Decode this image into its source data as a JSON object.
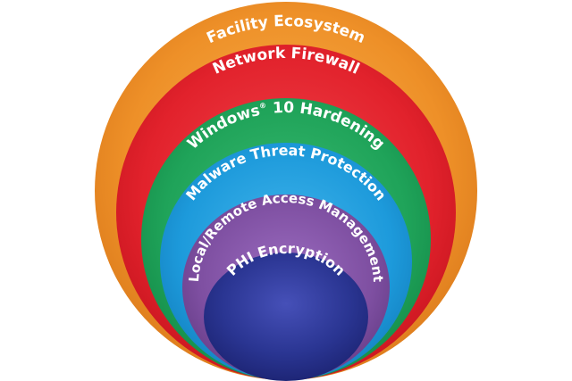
{
  "layers": [
    {
      "label": "Facility Ecosystem",
      "color": "#F0962A"
    },
    {
      "label": "Network Firewall",
      "color": "#E2222C"
    },
    {
      "label": "Windows",
      "superscript": "®",
      "label_suffix": " 10 Hardening",
      "color": "#1FA359"
    },
    {
      "label": "Malware Threat Protection",
      "color": "#1D9ADB"
    },
    {
      "label": "Local/Remote Access Management",
      "color": "#7E4FA1"
    },
    {
      "label": "PHI Encryption",
      "color": "#2A3592"
    }
  ]
}
